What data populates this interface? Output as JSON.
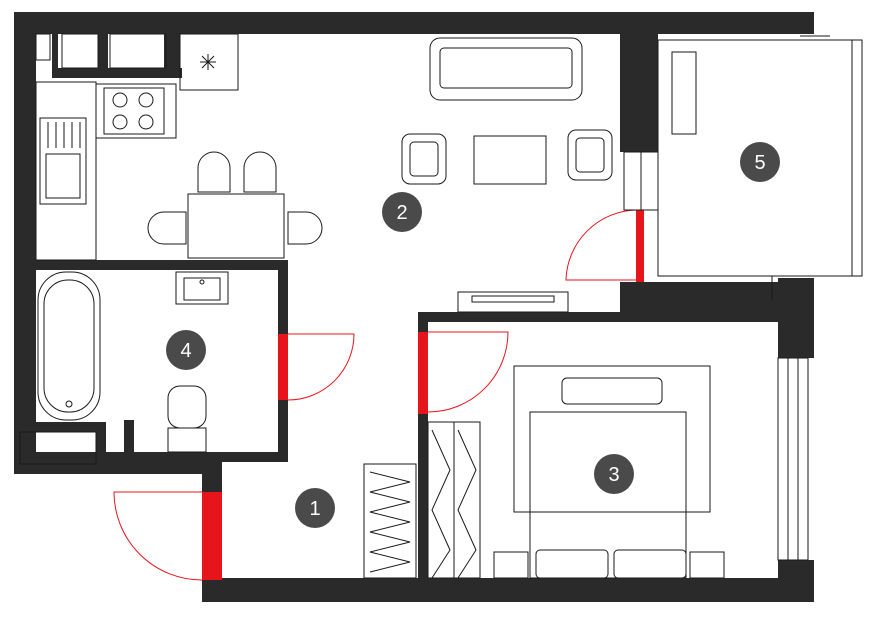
{
  "rooms": [
    {
      "id": "room-1",
      "label": "1"
    },
    {
      "id": "room-2",
      "label": "2"
    },
    {
      "id": "room-3",
      "label": "3"
    },
    {
      "id": "room-4",
      "label": "4"
    },
    {
      "id": "room-5",
      "label": "5"
    }
  ],
  "colors": {
    "wall": "#2a2a2a",
    "door_opening": "#e8141c",
    "door_swing": "#e8141c",
    "furniture_stroke": "#1a1a1a",
    "badge_fill": "#4a4a4a",
    "badge_text": "#ffffff",
    "background": "#ffffff"
  }
}
